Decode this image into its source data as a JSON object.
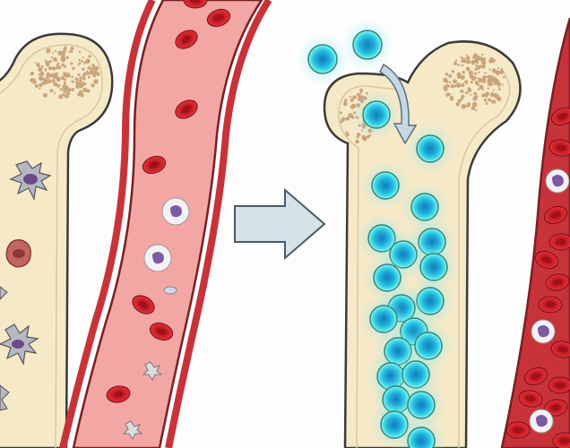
{
  "colors": {
    "background": "#fdfdfd",
    "bone_fill": "#f6e9c8",
    "bone_outline": "#3a3a3a",
    "spongy_dots": "#c9a57c",
    "vessel_light": "#f0a3a0",
    "vessel_dark": "#c8333a",
    "red_cell": "#d3222b",
    "stem_cell": "#1fc7e0",
    "arrow_fill": "#d6e2ea"
  },
  "icons": [
    "bone-left",
    "blood-vessel",
    "transition-arrow",
    "bone-right",
    "stem-cell",
    "red-blood-cell",
    "white-blood-cell",
    "osteoclast"
  ]
}
